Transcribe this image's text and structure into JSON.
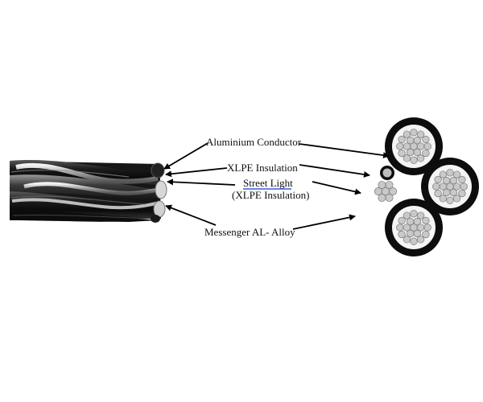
{
  "diagram": {
    "labels": {
      "aluminium_conductor": "Aluminium Conductor",
      "xlpe_insulation": "XLPE Insulation",
      "street_light": "Street Light",
      "street_light_sub": "(XLPE Insulation)",
      "messenger": "Messenger AL- Alloy"
    },
    "colors": {
      "background": "#ffffff",
      "sheath": "#1a1a1a",
      "strand": "#c9c9c9",
      "strand_edge": "#7a7a7a",
      "arrow": "#000000",
      "underline_accent": "#3b5bdb"
    }
  }
}
